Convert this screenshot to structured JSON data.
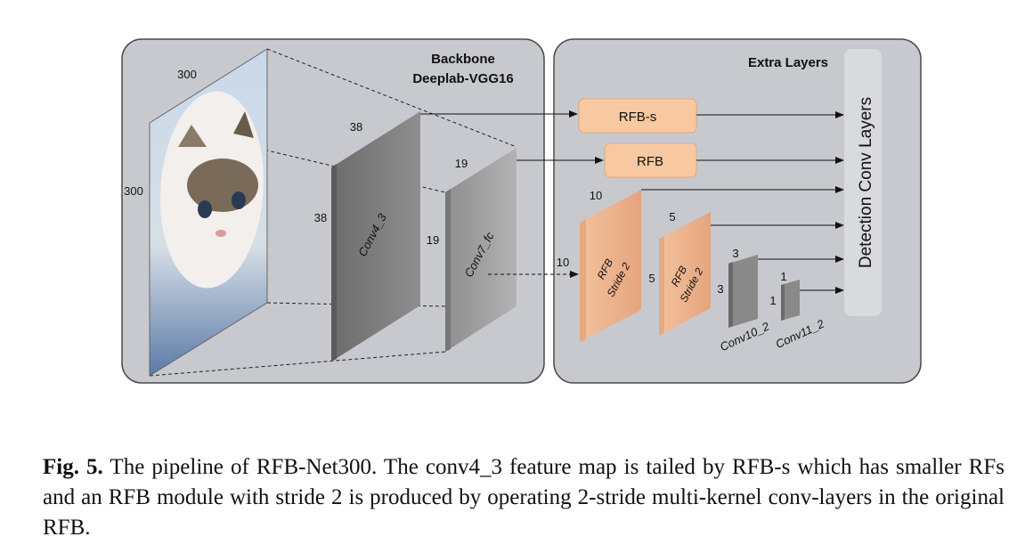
{
  "backbone": {
    "title_line1": "Backbone",
    "title_line2": "Deeplab-VGG16"
  },
  "extra": {
    "title": "Extra Layers"
  },
  "detection": {
    "label": "Detection Conv Layers"
  },
  "input": {
    "width_label": "300",
    "height_label": "300"
  },
  "conv4": {
    "name": "Conv4_3",
    "depth_label": "38",
    "height_label": "38"
  },
  "conv7": {
    "name": "Conv7_fc",
    "depth_label": "19",
    "height_label": "19"
  },
  "rfb_s": {
    "label": "RFB-s"
  },
  "rfb": {
    "label": "RFB"
  },
  "rfb_stride1": {
    "line1": "RFB",
    "line2": "Stride 2",
    "depth_label": "10",
    "height_label": "10"
  },
  "rfb_stride2": {
    "line1": "RFB",
    "line2": "Stride 2",
    "depth_label": "5",
    "height_label": "5"
  },
  "conv10": {
    "name": "Conv10_2",
    "depth_label": "3",
    "height_label": "3"
  },
  "conv11": {
    "name": "Conv11_2",
    "depth_label": "1",
    "height_label": "1"
  },
  "caption": {
    "fig_label": "Fig. 5.",
    "text": "The pipeline of RFB-Net300. The conv4_3 feature map is tailed by RFB-s which has smaller RFs and an RFB module with stride 2 is produced by operating 2-stride multi-kernel conv-layers in the original RFB."
  },
  "colors": {
    "panel": "#c7c9cf",
    "panel_border": "#4a4a4a",
    "orange_box": "#f8c9a0",
    "orange_block": "#eeb08a",
    "gray_block": "#8a8a8a",
    "detection_bar": "#d9dadd"
  }
}
